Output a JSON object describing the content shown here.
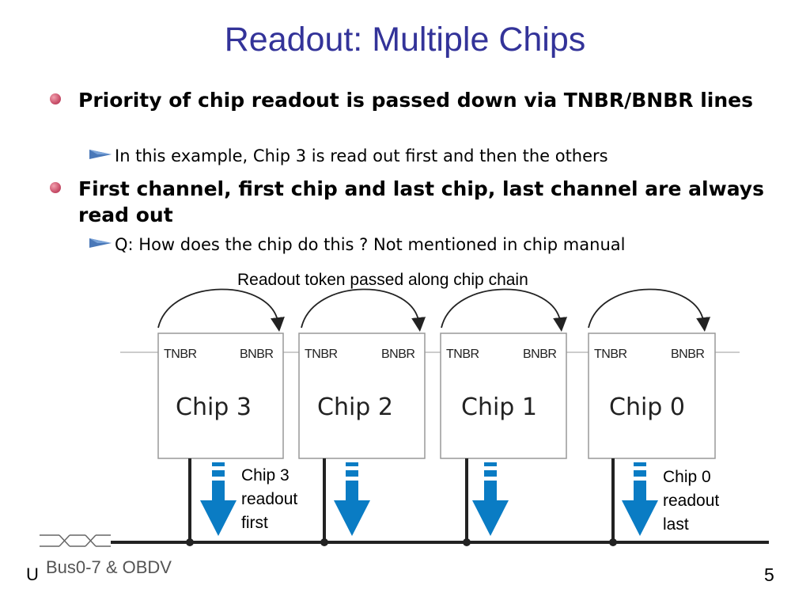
{
  "slide": {
    "title": "Readout: Multiple Chips",
    "bullets": [
      {
        "text": "Priority of chip readout is passed down via TNBR/BNBR lines",
        "sub": "In this example, Chip 3 is read out first and then the others"
      },
      {
        "text": "First channel, first chip and last chip, last channel are always read out",
        "sub": "Q: How does the chip do this ? Not mentioned in chip manual"
      }
    ],
    "bullet_color": "#c9506a",
    "title_color": "#333399"
  },
  "diagram": {
    "caption": "Readout token passed along chip chain",
    "chips": [
      {
        "name": "Chip 3",
        "left_pin": "TNBR",
        "right_pin": "BNBR"
      },
      {
        "name": "Chip 2",
        "left_pin": "TNBR",
        "right_pin": "BNBR"
      },
      {
        "name": "Chip 1",
        "left_pin": "TNBR",
        "right_pin": "BNBR"
      },
      {
        "name": "Chip 0",
        "left_pin": "TNBR",
        "right_pin": "BNBR"
      }
    ],
    "note_first": {
      "line1": "Chip 3",
      "line2": "readout",
      "line3": "first"
    },
    "note_last": {
      "line1": "Chip 0",
      "line2": "readout",
      "line3": "last"
    },
    "bus_label": "Bus0-7 & OBDV",
    "arrow_color": "#0a7cc4"
  },
  "footer": {
    "left": "U",
    "page": "5"
  }
}
